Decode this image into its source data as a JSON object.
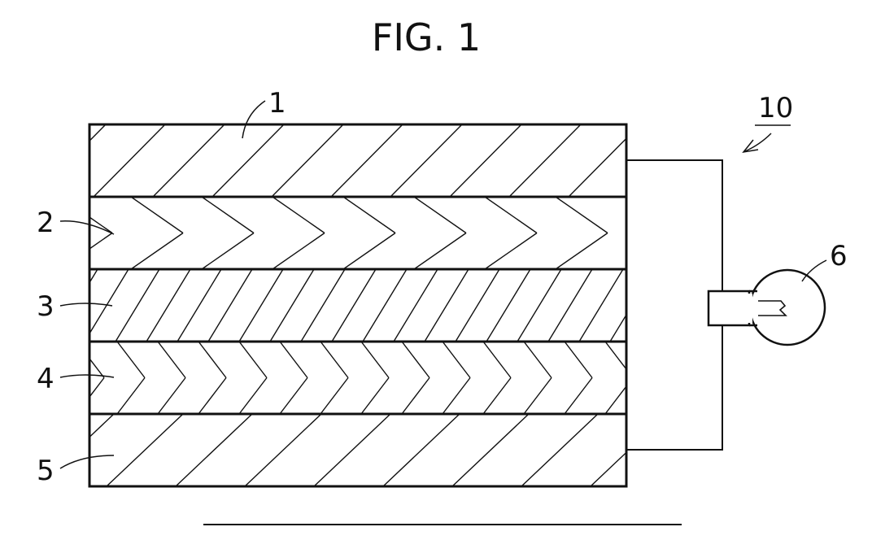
{
  "figure": {
    "title": "FIG. 1",
    "device_label": "10"
  },
  "layers": [
    {
      "label": "1",
      "hatch": "forward"
    },
    {
      "label": "2",
      "hatch": "chevron"
    },
    {
      "label": "3",
      "hatch": "forward-dense"
    },
    {
      "label": "4",
      "hatch": "chevron-dense"
    },
    {
      "label": "5",
      "hatch": "forward-wide"
    }
  ],
  "load": {
    "label": "6",
    "icon": "light-bulb-icon"
  },
  "colors": {
    "ink": "#111111",
    "background": "#ffffff"
  }
}
